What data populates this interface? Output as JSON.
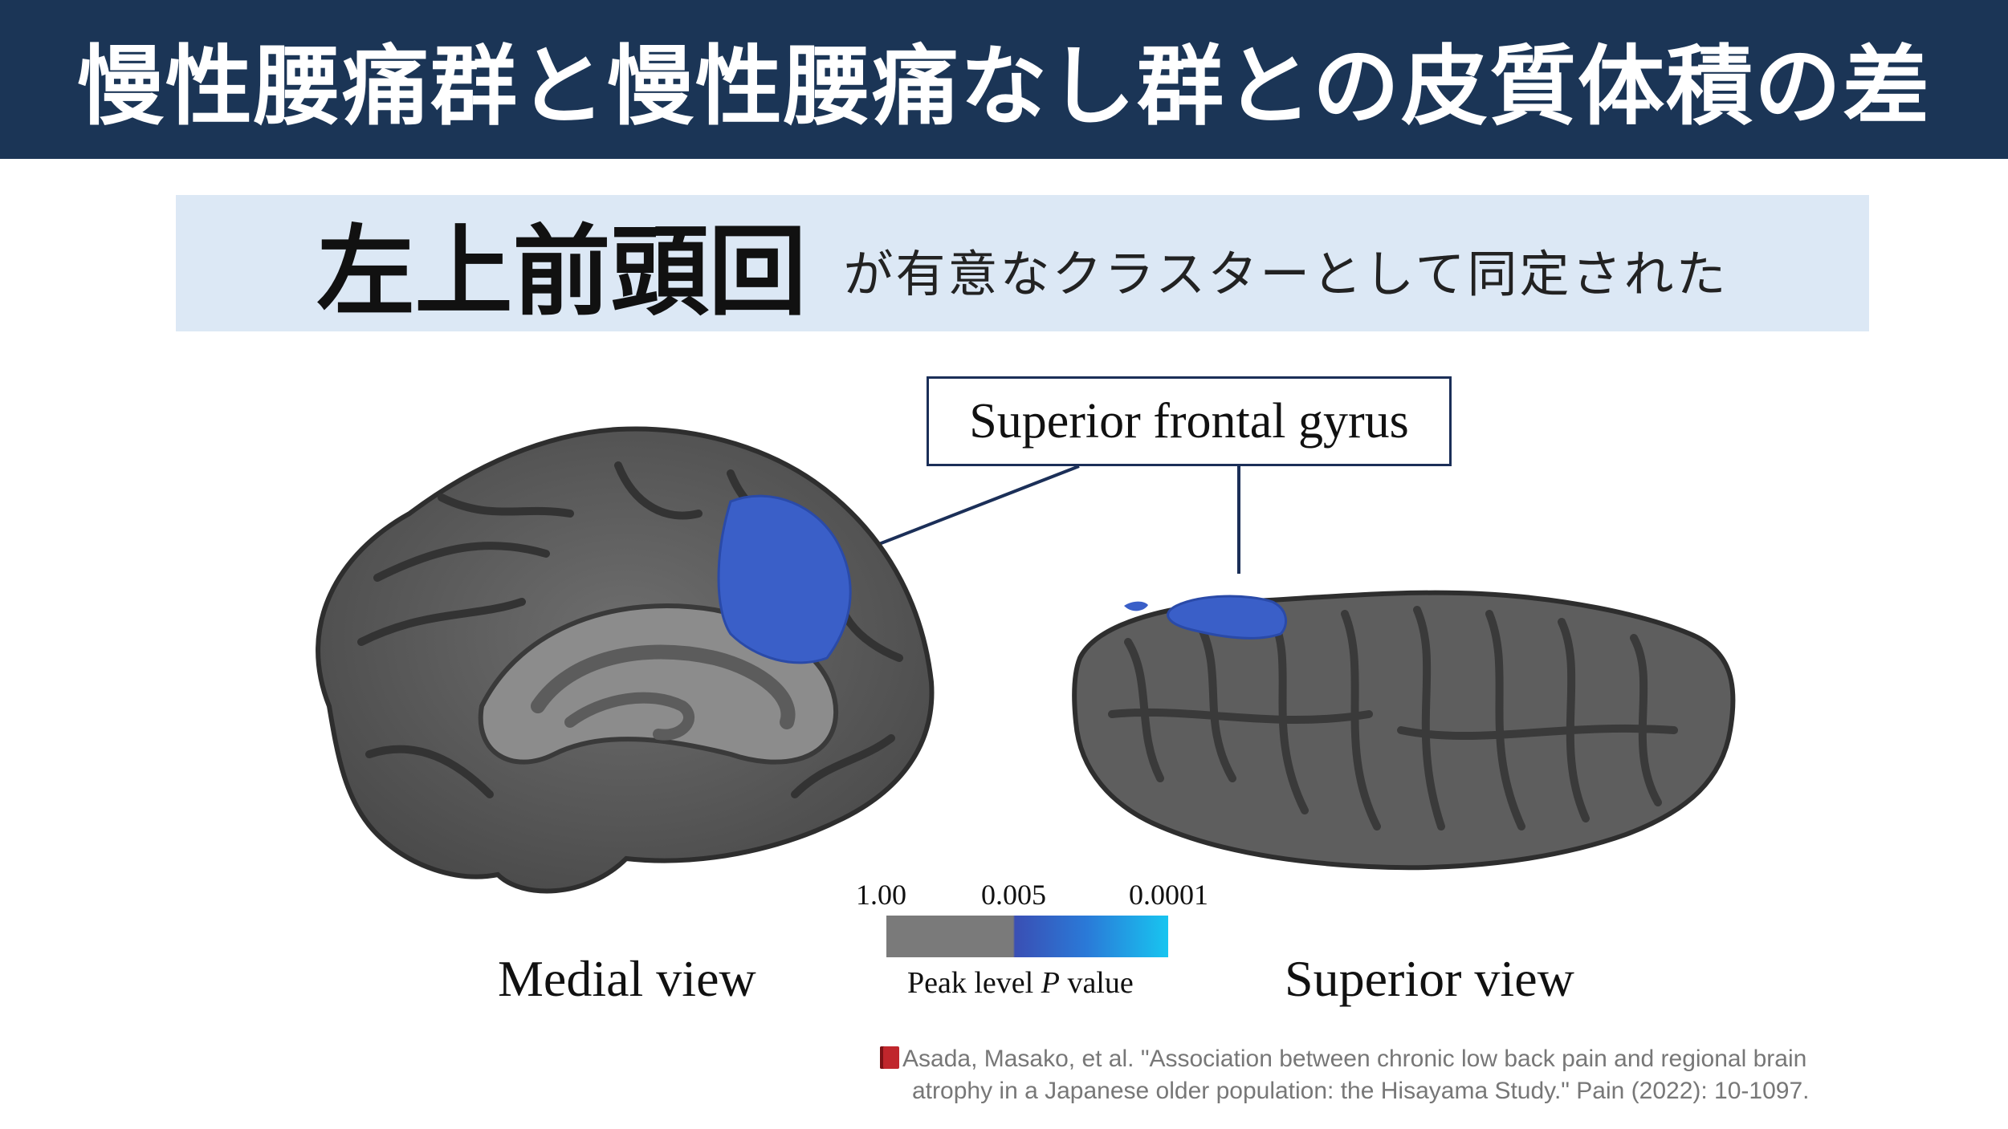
{
  "header": {
    "title": "慢性腰痛群と慢性腰痛なし群との皮質体積の差"
  },
  "banner": {
    "main": "左上前頭回",
    "sub": "が有意なクラスターとして同定された"
  },
  "callout": {
    "label": "Superior frontal gyrus"
  },
  "views": {
    "medial": "Medial view",
    "superior": "Superior view"
  },
  "colorbar": {
    "ticks": [
      "1.00",
      "0.005",
      "0.0001"
    ],
    "caption_prefix": "Peak level ",
    "caption_italic": "P",
    "caption_suffix": " value",
    "colors": {
      "gray": "#7a7a7a",
      "blue": "#3a4fb4",
      "cyan": "#18c5f0"
    }
  },
  "citation": {
    "icon": "book-icon",
    "line1": "Asada, Masako, et al. \"Association between chronic low back pain and regional brain",
    "line2": "atrophy in a Japanese older population: the Hisayama Study.\" Pain (2022): 10-1097."
  },
  "colors": {
    "header_bg": "#1b3556",
    "banner_bg": "#dce8f5",
    "highlight": "#3a5fc8"
  }
}
